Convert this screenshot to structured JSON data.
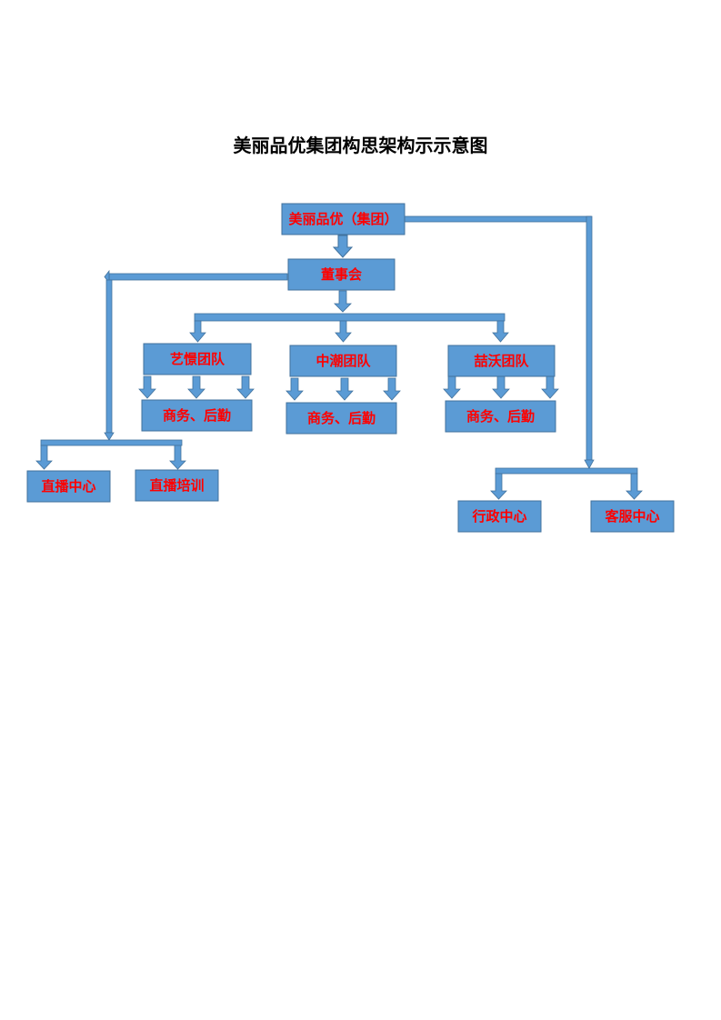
{
  "title": "美丽品优集团构思架构示示意图",
  "colors": {
    "box_fill": "#5b9bd5",
    "box_stroke": "#41719c",
    "text": "#ff0000",
    "connector": "#5b9bd5"
  },
  "nodes": {
    "group": "美丽品优（集团）",
    "board": "董事会",
    "team1": "艺憬团队",
    "team2": "中潮团队",
    "team3": "喆沃团队",
    "biz1": "商务、后勤",
    "biz2": "商务、后勤",
    "biz3": "商务、后勤",
    "live_center": "直播中心",
    "live_training": "直播培训",
    "admin_center": "行政中心",
    "service_center": "客服中心"
  }
}
